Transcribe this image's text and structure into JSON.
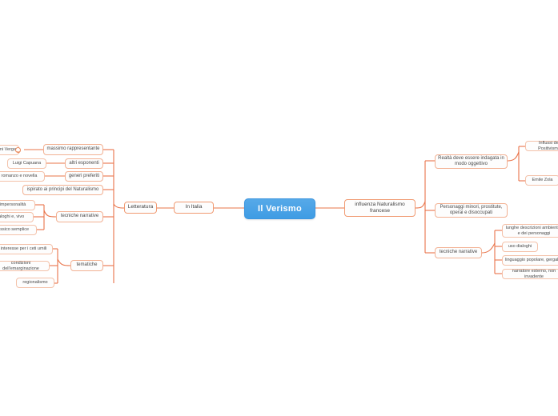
{
  "diagram": {
    "type": "mindmap",
    "root": {
      "label": "Il Verismo",
      "color": "#4aa3e8"
    },
    "branch_color": "#e9744a",
    "nodes": [
      {
        "id": "letteratura",
        "label": "Letteratura",
        "level": 1,
        "side": "left"
      },
      {
        "id": "in_italia",
        "label": "In Italia",
        "level": 1,
        "side": "left"
      },
      {
        "id": "massimo",
        "label": "massimo rappresentante",
        "level": 2,
        "side": "left"
      },
      {
        "id": "verga",
        "label": "Giovanni Verga",
        "level": 3,
        "side": "left"
      },
      {
        "id": "altri_esponenti",
        "label": "altri esponenti",
        "level": 2,
        "side": "left"
      },
      {
        "id": "capuana",
        "label": "Luigi Capuana",
        "level": 3,
        "side": "left"
      },
      {
        "id": "generi",
        "label": "generi preferiti",
        "level": 2,
        "side": "left"
      },
      {
        "id": "romanzo_novella",
        "label": "romanzo e novella",
        "level": 3,
        "side": "left"
      },
      {
        "id": "ispirato",
        "label": "ispirato ai principi del Naturalismo",
        "level": 2,
        "side": "left"
      },
      {
        "id": "tecniche_sx",
        "label": "tecniche narrative",
        "level": 2,
        "side": "left"
      },
      {
        "id": "impersonalita",
        "label": "impersonalità",
        "level": 3,
        "side": "left"
      },
      {
        "id": "dialoghi",
        "label": "dialoghi e, vivo",
        "level": 3,
        "side": "left"
      },
      {
        "id": "lessico",
        "label": "lessico semplice",
        "level": 3,
        "side": "left"
      },
      {
        "id": "tematiche",
        "label": "tematiche",
        "level": 2,
        "side": "left"
      },
      {
        "id": "interesse",
        "label": "interesse per i ceti umili",
        "level": 3,
        "side": "left"
      },
      {
        "id": "condizioni",
        "label": "condizioni dell'emarginazione",
        "level": 3,
        "side": "left"
      },
      {
        "id": "regionalismo",
        "label": "regionalismo",
        "level": 3,
        "side": "left"
      },
      {
        "id": "influenza",
        "label": "influenza Naturalismo francese",
        "level": 1,
        "side": "right"
      },
      {
        "id": "realta",
        "label": "Realtà deve essere indagata in modo oggettivo",
        "level": 2,
        "side": "right"
      },
      {
        "id": "influssi",
        "label": "Influssi del Positivismo",
        "level": 3,
        "side": "right"
      },
      {
        "id": "zola",
        "label": "Emile Zola",
        "level": 3,
        "side": "right"
      },
      {
        "id": "personaggi",
        "label": "Personaggi minori, prostitute, operai e disoccupati",
        "level": 2,
        "side": "right"
      },
      {
        "id": "tecniche_dx",
        "label": "tecniche narrative",
        "level": 2,
        "side": "right"
      },
      {
        "id": "lunghe",
        "label": "lunghe descrizioni ambientali e dei personaggi",
        "level": 3,
        "side": "right"
      },
      {
        "id": "uso_dialoghi",
        "label": "uso dialoghi",
        "level": 3,
        "side": "right"
      },
      {
        "id": "linguaggio",
        "label": "linguaggio popolare, gergale",
        "level": 3,
        "side": "right"
      },
      {
        "id": "narratore",
        "label": "narratore esterno, non invadente",
        "level": 3,
        "side": "right"
      }
    ]
  }
}
